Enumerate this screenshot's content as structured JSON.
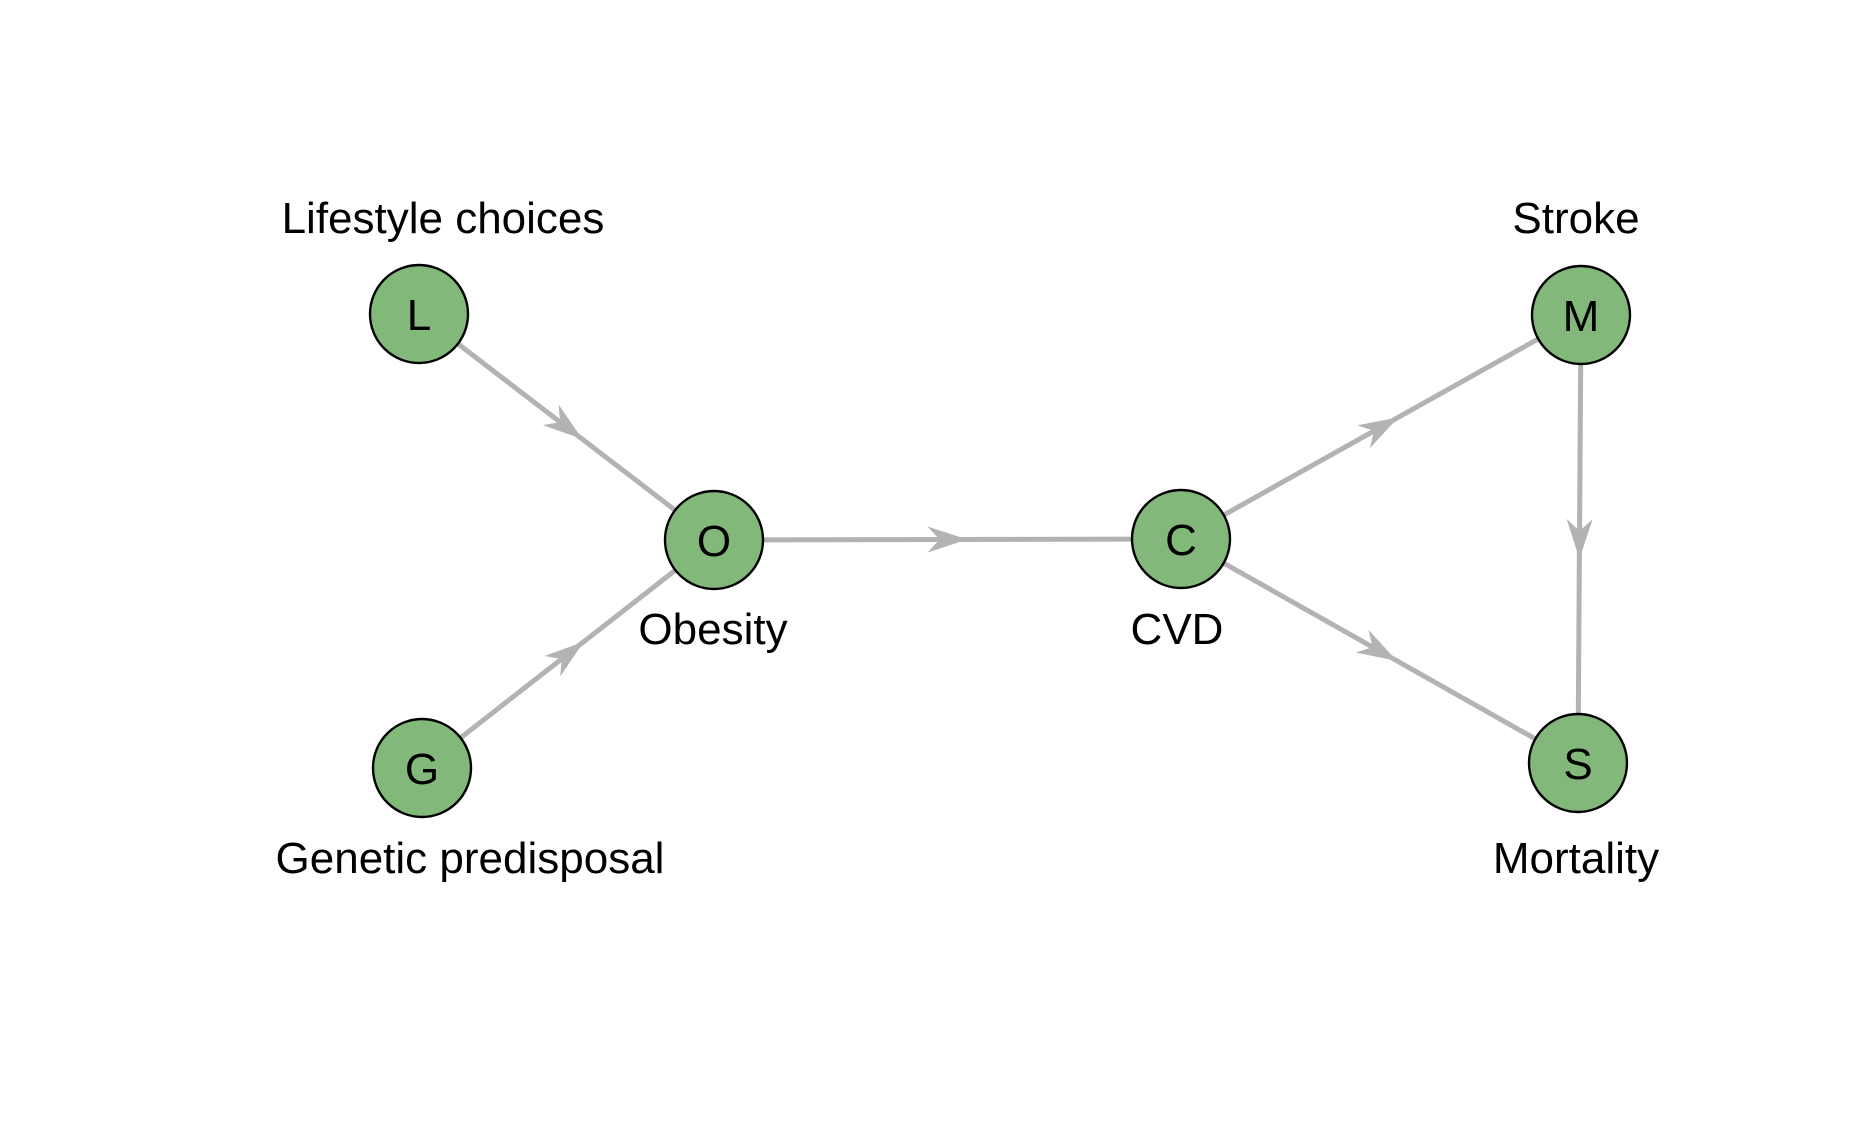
{
  "colors": {
    "node_fill": "#82b97a",
    "node_stroke": "#000000",
    "edge": "#b3b3b3",
    "text": "#000000",
    "background": "#ffffff"
  },
  "nodes": {
    "L": {
      "letter": "L",
      "label": "Lifestyle choices"
    },
    "G": {
      "letter": "G",
      "label": "Genetic predisposal"
    },
    "O": {
      "letter": "O",
      "label": "Obesity"
    },
    "C": {
      "letter": "C",
      "label": "CVD"
    },
    "M": {
      "letter": "M",
      "label": "Stroke"
    },
    "S": {
      "letter": "S",
      "label": "Mortality"
    }
  },
  "edges": [
    {
      "from": "L",
      "to": "O"
    },
    {
      "from": "G",
      "to": "O"
    },
    {
      "from": "O",
      "to": "C"
    },
    {
      "from": "C",
      "to": "M"
    },
    {
      "from": "C",
      "to": "S"
    },
    {
      "from": "M",
      "to": "S"
    }
  ]
}
